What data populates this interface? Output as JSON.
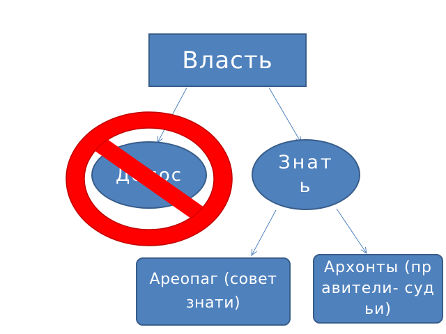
{
  "diagram": {
    "nodes": {
      "power": {
        "label": "Власть"
      },
      "demos": {
        "label": "Демос"
      },
      "nobility": {
        "label": "Знать"
      },
      "areopagus": {
        "label": "Ареопаг (совет знати)"
      },
      "archons": {
        "label": "Архонты (правители- судьи)"
      }
    },
    "edges": [
      {
        "from": "power",
        "to": "demos"
      },
      {
        "from": "power",
        "to": "nobility"
      },
      {
        "from": "nobility",
        "to": "areopagus"
      },
      {
        "from": "nobility",
        "to": "archons"
      }
    ],
    "prohibited": "demos",
    "icons": {
      "ban": "prohibition-sign-icon"
    },
    "colors": {
      "node_fill": "#4f81bd",
      "node_border": "#385d8a",
      "connector": "#4f81bd",
      "ban_red": "#ff0000",
      "ban_outline": "#c00000"
    }
  }
}
